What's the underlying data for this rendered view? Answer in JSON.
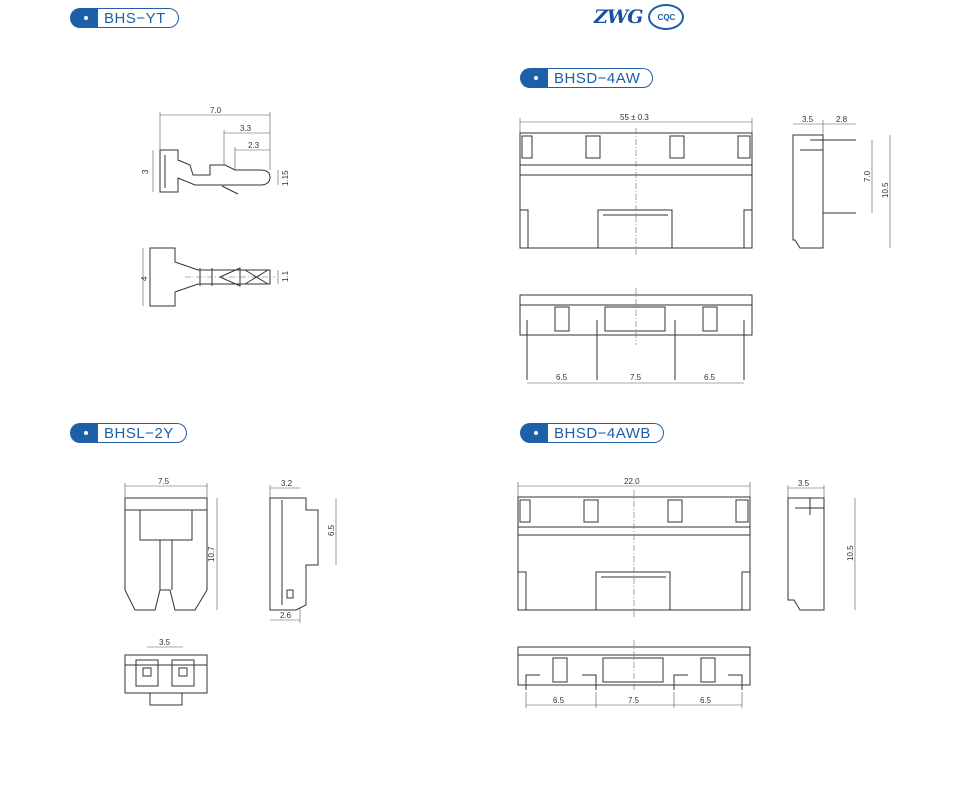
{
  "labels": {
    "bhs_yt": "BHS−YT",
    "bhsd_4aw": "BHSD−4AW",
    "bhsl_2y": "BHSL−2Y",
    "bhsd_4awb": "BHSD−4AWB"
  },
  "logo": {
    "brand": "ZWG",
    "badge": "CQC"
  },
  "dims": {
    "yt_w": "7.0",
    "yt_a": "3.3",
    "yt_b": "2.3",
    "yt_h": "3",
    "yt_t": "1.15",
    "yt_h2": "4",
    "yt_t2": "1.1",
    "aw_w": "55 ± 0.3",
    "aw_s1": "3.5",
    "aw_s2": "2.8",
    "aw_h1": "7.0",
    "aw_h2": "10.5",
    "aw_p1": "6.5",
    "aw_p2": "7.5",
    "aw_p3": "6.5",
    "l2_w": "7.5",
    "l2_h": "10.7",
    "l2_s": "3.2",
    "l2_sh": "6.5",
    "l2_b": "2.6",
    "l2_p": "3.5",
    "awb_w": "22.0",
    "awb_s": "3.5",
    "awb_h": "10.5",
    "awb_p1": "6.5",
    "awb_p2": "7.5",
    "awb_p3": "6.5"
  }
}
